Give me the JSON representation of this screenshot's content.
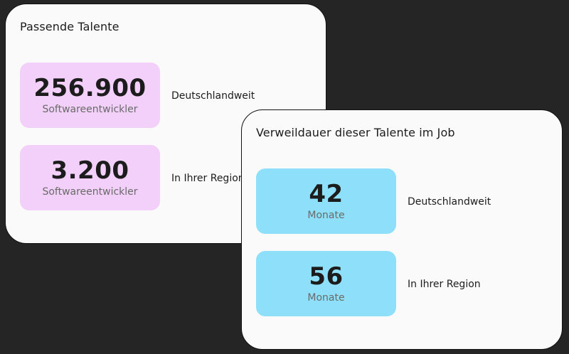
{
  "talent_card": {
    "title": "Passende Talente",
    "stats": [
      {
        "value": "256.900",
        "unit": "Softwareentwickler",
        "label": "Deutschlandweit"
      },
      {
        "value": "3.200",
        "unit": "Softwareentwickler",
        "label": "In Ihrer Region"
      }
    ],
    "accent_color": "#f3d0fa"
  },
  "tenure_card": {
    "title": "Verweildauer dieser Talente im Job",
    "stats": [
      {
        "value": "42",
        "unit": "Monate",
        "label": "Deutschlandweit"
      },
      {
        "value": "56",
        "unit": "Monate",
        "label": "In Ihrer Region"
      }
    ],
    "accent_color": "#8ee0fa"
  },
  "background_color": "#252525"
}
